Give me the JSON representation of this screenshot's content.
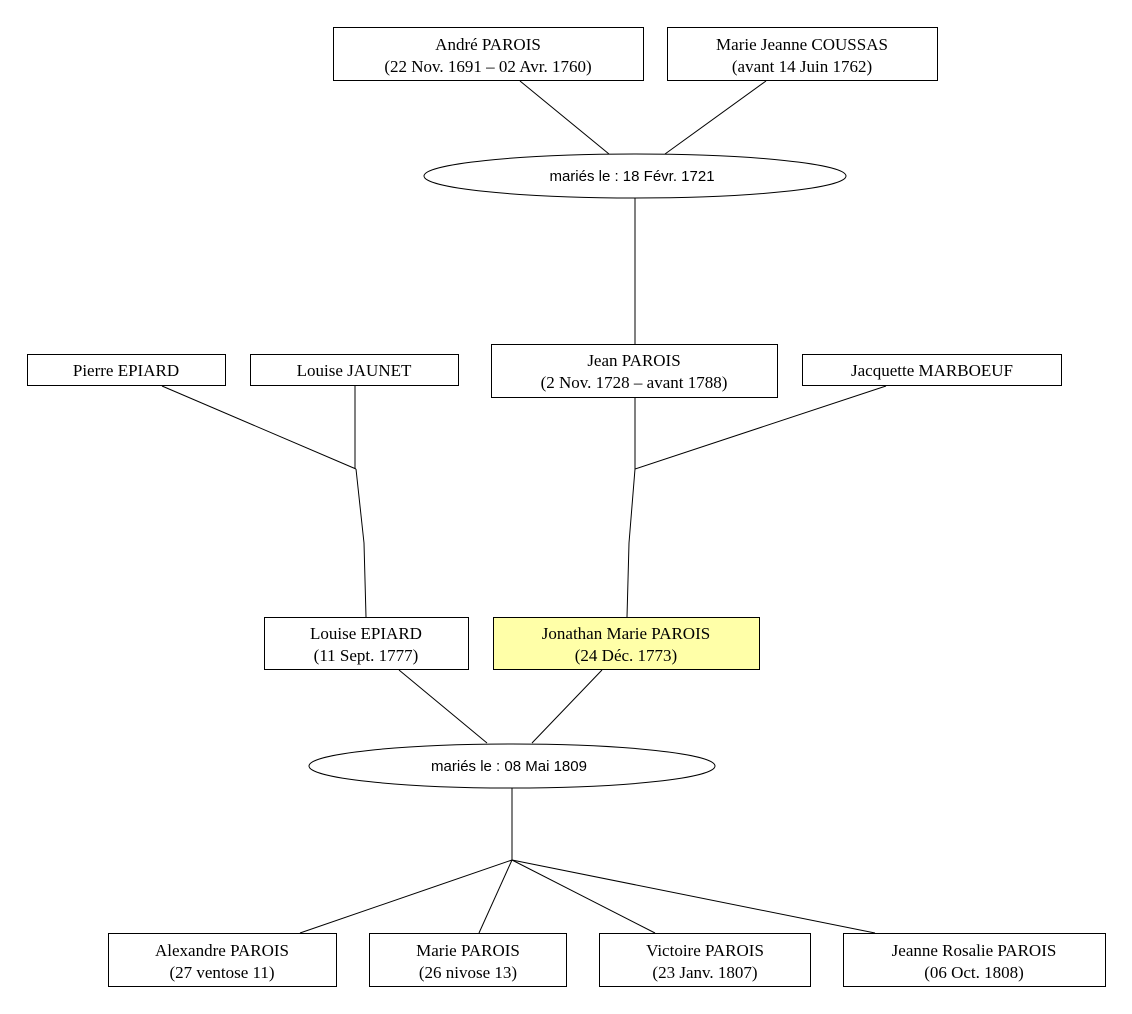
{
  "persons": [
    {
      "id": "andre",
      "name": "André PAROIS",
      "dates": "(22 Nov. 1691 – 02 Avr. 1760)"
    },
    {
      "id": "marie-jeanne",
      "name": "Marie Jeanne COUSSAS",
      "dates": "(avant 14 Juin 1762)"
    },
    {
      "id": "pierre",
      "name": "Pierre EPIARD",
      "dates": ""
    },
    {
      "id": "louise-jaunet",
      "name": "Louise JAUNET",
      "dates": ""
    },
    {
      "id": "jean",
      "name": "Jean PAROIS",
      "dates": "(2 Nov. 1728 – avant 1788)"
    },
    {
      "id": "jacquette",
      "name": "Jacquette MARBOEUF",
      "dates": ""
    },
    {
      "id": "louise-epiard",
      "name": "Louise EPIARD",
      "dates": "(11 Sept. 1777)"
    },
    {
      "id": "jonathan",
      "name": "Jonathan Marie PAROIS",
      "dates": "(24 Déc. 1773)",
      "highlight": true
    },
    {
      "id": "alexandre",
      "name": "Alexandre PAROIS",
      "dates": "(27 ventose 11)"
    },
    {
      "id": "marie",
      "name": "Marie PAROIS",
      "dates": "(26 nivose 13)"
    },
    {
      "id": "victoire",
      "name": "Victoire PAROIS",
      "dates": "(23 Janv. 1807)"
    },
    {
      "id": "jeanne-rosalie",
      "name": "Jeanne Rosalie PAROIS",
      "dates": "(06 Oct. 1808)"
    }
  ],
  "marriages": [
    {
      "id": "m1721",
      "label": "mariés le : 18 Févr. 1721"
    },
    {
      "id": "m1809",
      "label": "mariés le : 08 Mai 1809"
    }
  ],
  "colors": {
    "highlight": "#ffffa8",
    "stroke": "#000000",
    "background": "#ffffff"
  }
}
